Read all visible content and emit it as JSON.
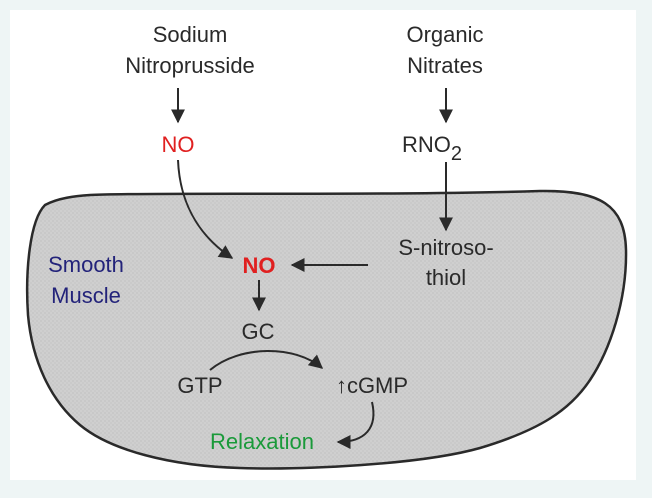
{
  "sources": {
    "sodium_nitroprusside": [
      "Sodium",
      "Nitroprusside"
    ],
    "organic_nitrates": [
      "Organic",
      "Nitrates"
    ]
  },
  "molecules": {
    "no_outside": "NO",
    "rno2_base": "RNO",
    "rno2_sub": "2",
    "s_nitrosothiol": [
      "S-nitroso-",
      "thiol"
    ],
    "no_inside": "NO",
    "gc": "GC",
    "gtp": "GTP",
    "cgmp": "↑cGMP",
    "relaxation": "Relaxation"
  },
  "cell_label": [
    "Smooth",
    "Muscle"
  ],
  "colors": {
    "no_red": "#e02020",
    "relaxation_green": "#1a9a3a",
    "cell_label_navy": "#23237a",
    "cell_fill": "#cccccc",
    "text_dark": "#2a2a2a"
  }
}
